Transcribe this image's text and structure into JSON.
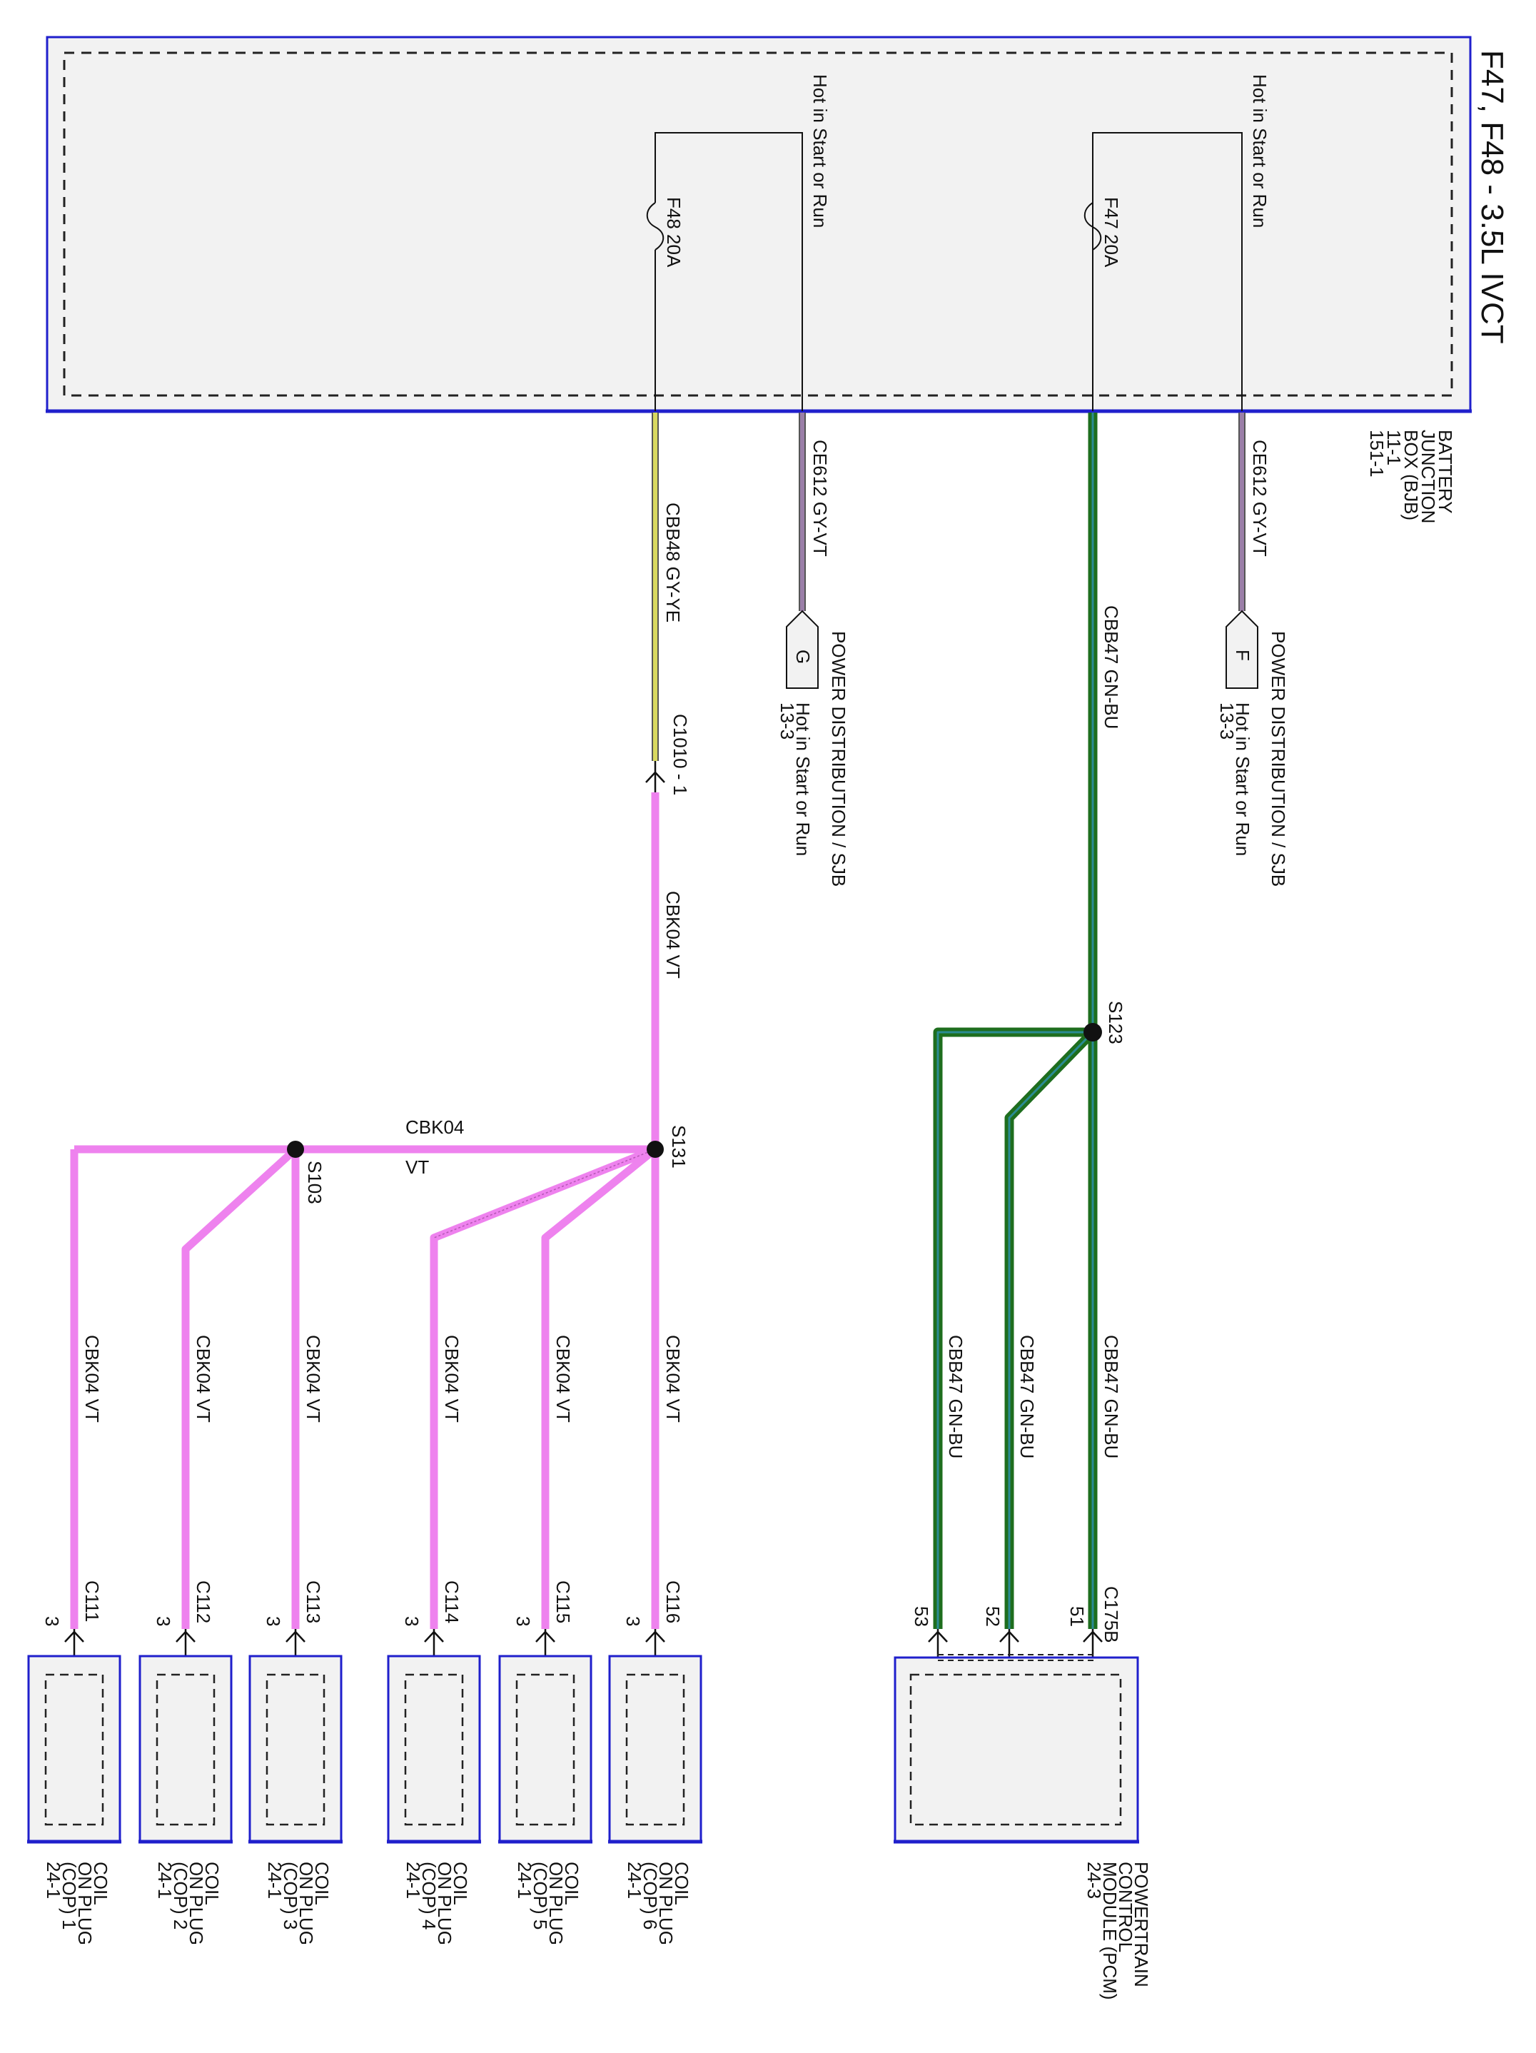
{
  "title": "F47, F48 - 3.5L IVCT",
  "bjb": {
    "name_lines": [
      "BATTERY",
      "JUNCTION",
      "BOX (BJB)",
      "11-1",
      "151-1"
    ],
    "hot_label": "Hot in Start or Run",
    "fuses": [
      {
        "id": "f47",
        "label": "F47   20A"
      },
      {
        "id": "f48",
        "label": "F48   20A"
      }
    ]
  },
  "colors": {
    "box_border": "#1f1fcc",
    "box_fill": "#f2f2f2",
    "gy_vt": "#9b7fa8",
    "gy_ye": "#c8c85a",
    "vt": "#ee82ee",
    "gn_bu_outer": "#1e6e1e",
    "gn_bu_inner": "#2a8a9a"
  },
  "wires": {
    "ce612_left": "CE612  GY-VT",
    "ce612_right": "CE612  GY-VT",
    "cbb48": "CBB48  GY-YE",
    "cbb47_main": "CBB47  GN-BU",
    "cbk04_trunk": "CBK04  VT",
    "cbk04_bus_name": "CBK04",
    "cbk04_bus_color": "VT",
    "cbk04_drop": "CBK04  VT",
    "cbb47_drop": "CBB47  GN-BU"
  },
  "power_dist": {
    "label": "POWER DISTRIBUTION / SJB",
    "hot": "Hot in Start or Run",
    "ref": "13-3",
    "left_flag": "G",
    "right_flag": "F"
  },
  "connector_c1010": "C1010 - 1",
  "splices": {
    "s131": "S131",
    "s103": "S103",
    "s123": "S123"
  },
  "coils": [
    {
      "connector": "C111",
      "pin": "3",
      "lines": [
        "COIL",
        "ON PLUG",
        "(COP) 1",
        "24-1"
      ]
    },
    {
      "connector": "C112",
      "pin": "3",
      "lines": [
        "COIL",
        "ON PLUG",
        "(COP) 2",
        "24-1"
      ]
    },
    {
      "connector": "C113",
      "pin": "3",
      "lines": [
        "COIL",
        "ON PLUG",
        "(COP) 3",
        "24-1"
      ]
    },
    {
      "connector": "C114",
      "pin": "3",
      "lines": [
        "COIL",
        "ON PLUG",
        "(COP) 4",
        "24-1"
      ]
    },
    {
      "connector": "C115",
      "pin": "3",
      "lines": [
        "COIL",
        "ON PLUG",
        "(COP) 5",
        "24-1"
      ]
    },
    {
      "connector": "C116",
      "pin": "3",
      "lines": [
        "COIL",
        "ON PLUG",
        "(COP) 6",
        "24-1"
      ]
    }
  ],
  "pcm": {
    "connector": "C175B",
    "pins": [
      "53",
      "52",
      "51"
    ],
    "lines": [
      "POWERTRAIN",
      "CONTROL",
      "MODULE (PCM)",
      "24-3"
    ]
  }
}
